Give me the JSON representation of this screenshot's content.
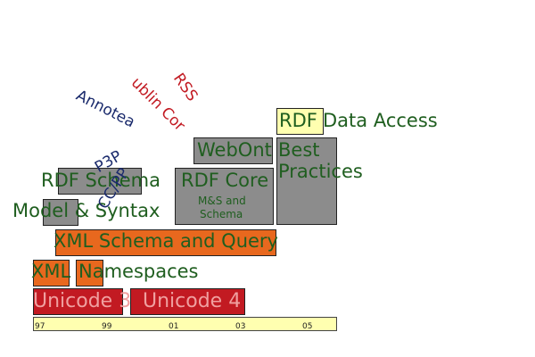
{
  "labels": {
    "rdf_data_access": "RDF Data Access",
    "rdf": "RDF",
    "data_access": "Data Access",
    "webont": "WebOnt",
    "best_practices_1": "Best",
    "best_practices_2": "Practices",
    "rdf_schema": "RDF Schema",
    "rdf_core": "RDF Core",
    "rdf_core_sub_1": "M&S and",
    "rdf_core_sub_2": "Schema",
    "model_syntax": "Model & Syntax",
    "xml_schema_query": "XML Schema and Query",
    "xml": "XML",
    "namespaces": "Namespaces",
    "unicode3": "Unicode 3",
    "unicode4": "Unicode 4",
    "p3p": "P3P",
    "cc_pp": "CC/PP",
    "annotea": "Annotea",
    "dublin_core": "ublin Cor",
    "rss": "RSS"
  },
  "timeline": {
    "ticks": [
      "97",
      "99",
      "01",
      "03",
      "05"
    ]
  },
  "colors": {
    "green_text": "#1f5e1f",
    "grey": "#8c8c8c",
    "orange": "#e8681e",
    "red": "#c21a22",
    "yellow": "#ffffb0",
    "navy": "#1a2a6c",
    "crimson": "#c21a22"
  }
}
